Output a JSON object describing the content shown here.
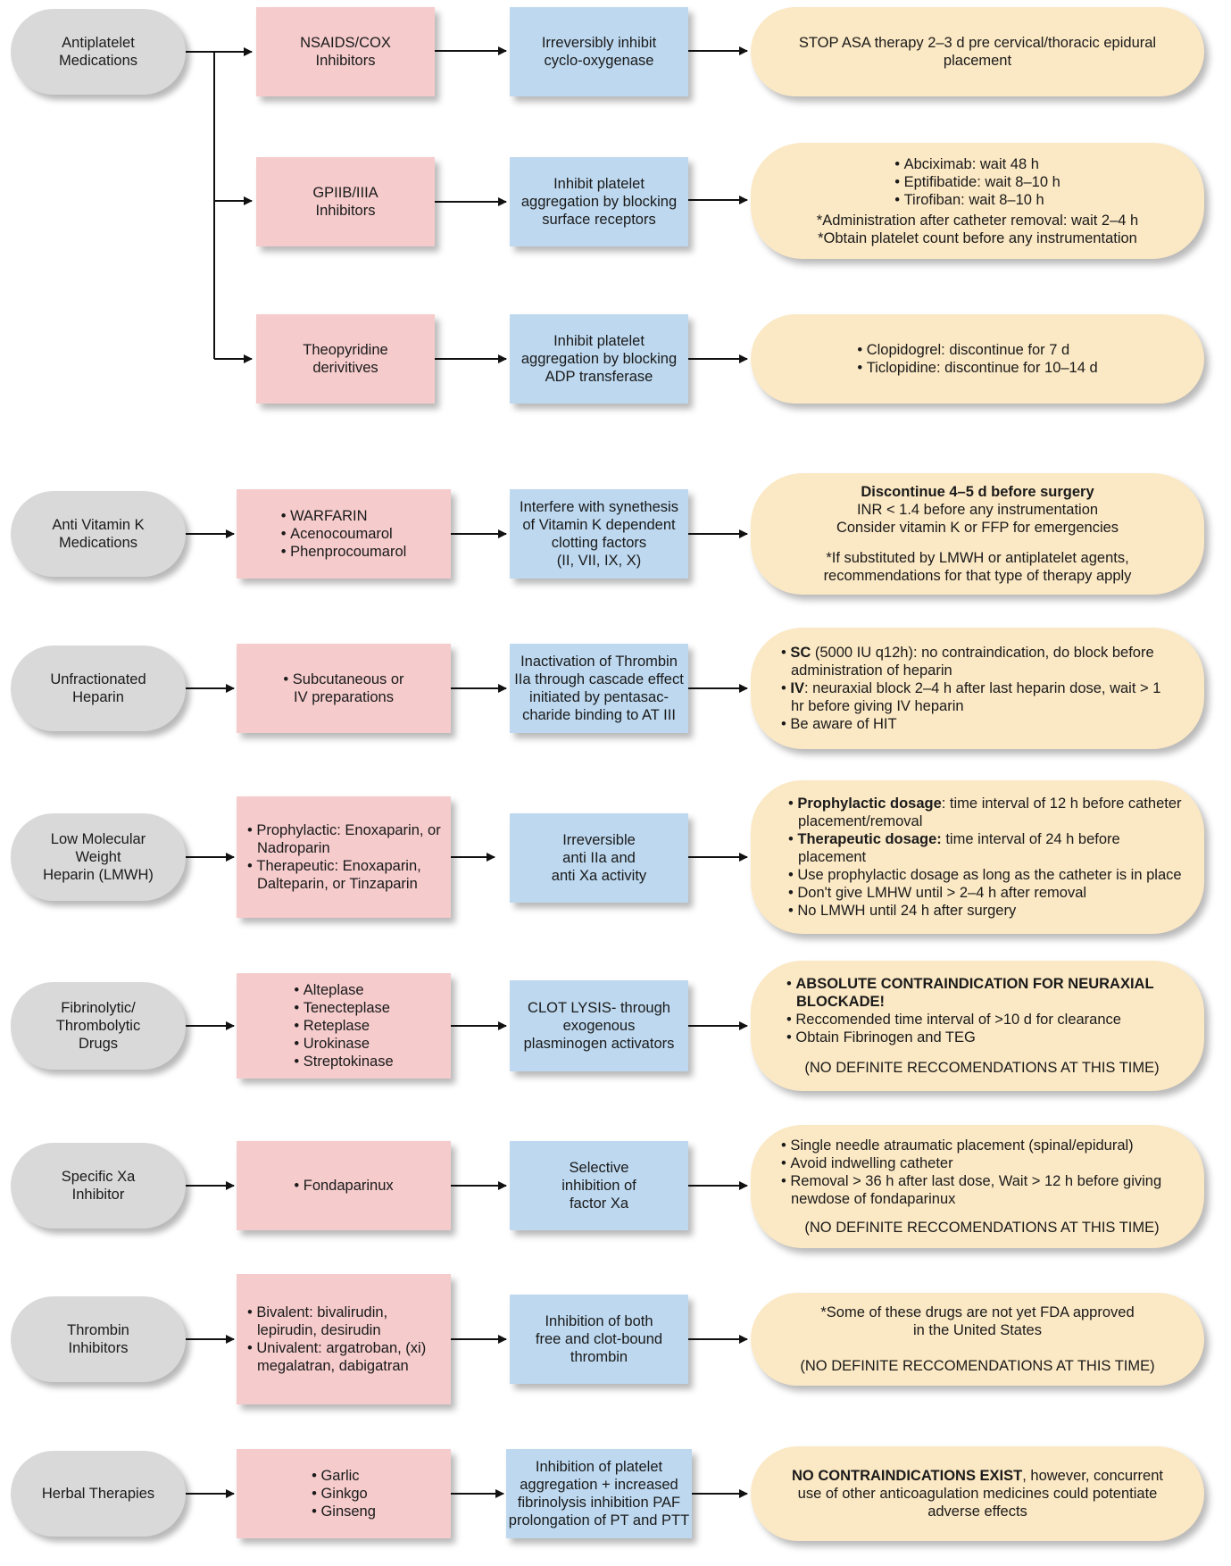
{
  "rows": {
    "antiplatelet": {
      "category": [
        "Antiplatelet",
        "Medications"
      ],
      "nsaids": {
        "drug": [
          "NSAIDS/COX",
          "Inhibitors"
        ],
        "mechanism": [
          "Irreversibly inhibit",
          "cyclo-oxygenase"
        ],
        "recommendation": [
          "STOP ASA therapy 2–3 d pre cervical/thoracic epidural",
          "placement"
        ]
      },
      "gpiib": {
        "drug": [
          "GPIIB/IIIA",
          "Inhibitors"
        ],
        "mechanism": [
          "Inhibit platelet",
          "aggregation by blocking",
          "surface receptors"
        ],
        "recommendation_bullets": [
          "Abciximab: wait 48 h",
          "Eptifibatide: wait 8–10 h",
          "Tirofiban: wait 8–10 h"
        ],
        "recommendation_notes": [
          "*Administration after catheter removal: wait 2–4 h",
          "*Obtain platelet count before any instrumentation"
        ]
      },
      "theopyridine": {
        "drug": [
          "Theopyridine",
          "derivitives"
        ],
        "mechanism": [
          "Inhibit platelet",
          "aggregation by blocking",
          "ADP transferase"
        ],
        "recommendation_bullets": [
          "Clopidogrel: discontinue for 7 d",
          "Ticlopidine: discontinue for 10–14 d"
        ]
      }
    },
    "antivitk": {
      "category": [
        "Anti Vitamin K",
        "Medications"
      ],
      "drugs": [
        "WARFARIN",
        "Acenocoumarol",
        "Phenprocoumarol"
      ],
      "mechanism": [
        "Interfere with synethesis",
        "of  Vitamin K dependent",
        "clotting factors",
        "(II, VII, IX, X)"
      ],
      "rec_title": "Discontinue 4–5 d before surgery",
      "rec_lines": [
        "INR < 1.4 before any instrumentation",
        "Consider vitamin K or FFP for emergencies"
      ],
      "rec_notes": [
        "*If substituted by LMWH or antiplatelet agents,",
        "recommendations for that type of therapy apply"
      ]
    },
    "ufh": {
      "category": [
        "Unfractionated",
        "Heparin"
      ],
      "drugs": [
        "Subcutaneous or",
        "IV preparations"
      ],
      "mechanism": [
        "Inactivation of Thrombin",
        "IIa through cascade effect",
        "initiated by pentasac-",
        "charide binding to AT III"
      ],
      "rec": [
        {
          "bold": "SC",
          "text": " (5000 IU q12h): no contraindication, do block before administration of heparin"
        },
        {
          "bold": "IV",
          "text": ": neuraxial block 2–4 h after last heparin dose, wait > 1 hr before giving IV heparin"
        },
        {
          "bold": "",
          "text": "Be aware of HIT"
        }
      ]
    },
    "lmwh": {
      "category": [
        "Low Molecular",
        "Weight",
        "Heparin (LMWH)"
      ],
      "drugs": [
        "Prophylactic: Enoxaparin, or Nadroparin",
        "Therapeutic: Enoxaparin, Dalteparin, or Tinzaparin"
      ],
      "mechanism": [
        "Irreversible",
        "anti IIa and",
        "anti Xa activity"
      ],
      "rec": [
        {
          "bold": "Prophylactic dosage",
          "text": ": time interval of 12 h before catheter placement/removal"
        },
        {
          "bold": "Therapeutic dosage:",
          "text": " time interval of 24 h before placement"
        },
        {
          "bold": "",
          "text": "Use prophylactic dosage as long as the catheter is in place"
        },
        {
          "bold": "",
          "text": "Don't give LMHW until > 2–4 h after removal"
        },
        {
          "bold": "",
          "text": "No LMWH until 24 h after surgery"
        }
      ]
    },
    "fibrinolytic": {
      "category": [
        "Fibrinolytic/",
        "Thrombolytic",
        "Drugs"
      ],
      "drugs": [
        "Alteplase",
        "Tenecteplase",
        "Reteplase",
        "Urokinase",
        "Streptokinase"
      ],
      "mechanism": [
        "CLOT LYSIS- through",
        "exogenous",
        "plasminogen activators"
      ],
      "rec": [
        {
          "bold": "ABSOLUTE CONTRAINDICATION FOR NEURAXIAL BLOCKADE!",
          "text": ""
        },
        {
          "bold": "",
          "text": "Reccomended time interval of >10 d for clearance"
        },
        {
          "bold": "",
          "text": "Obtain Fibrinogen and TEG"
        }
      ],
      "rec_note": "(NO DEFINITE RECCOMENDATIONS AT THIS TIME)"
    },
    "xa": {
      "category": [
        "Specific Xa",
        "Inhibitor"
      ],
      "drugs": [
        "Fondaparinux"
      ],
      "mechanism": [
        "Selective",
        "inhibition of",
        "factor Xa"
      ],
      "rec": [
        {
          "bold": "",
          "text": "Single needle atraumatic placement (spinal/epidural)"
        },
        {
          "bold": "",
          "text": "Avoid indwelling catheter"
        },
        {
          "bold": "",
          "text": "Removal > 36 h after last dose, Wait > 12 h before giving newdose of fondaparinux"
        }
      ],
      "rec_note": "(NO DEFINITE RECCOMENDATIONS AT THIS TIME)"
    },
    "thrombin": {
      "category": [
        "Thrombin",
        "Inhibitors"
      ],
      "drugs": [
        "Bivalent: bivalirudin, lepirudin, desirudin",
        "Univalent: argatroban, (xi) megalatran, dabigatran"
      ],
      "mechanism": [
        "Inhibition of both",
        "free and clot-bound",
        "thrombin"
      ],
      "rec_lines": [
        "*Some of these drugs are not yet FDA approved",
        "in the United States"
      ],
      "rec_note": "(NO DEFINITE RECCOMENDATIONS AT THIS TIME)"
    },
    "herbal": {
      "category": [
        "Herbal Therapies"
      ],
      "drugs": [
        "Garlic",
        "Ginkgo",
        "Ginseng"
      ],
      "mechanism": [
        "Inhibition of platelet",
        "aggregation + increased",
        "fibrinolysis inhibition PAF",
        "prolongation of PT and PTT"
      ],
      "rec_bold": "NO CONTRAINDICATIONS EXIST",
      "rec_text": ", however, concurrent use of other anticoagulation medicines could potentiate adverse effects"
    }
  },
  "colors": {
    "category": "#d9d9da",
    "drug": "#f5cbcc",
    "mechanism": "#bdd8ef",
    "recommendation": "#fbe8c4",
    "arrow": "#111111"
  }
}
